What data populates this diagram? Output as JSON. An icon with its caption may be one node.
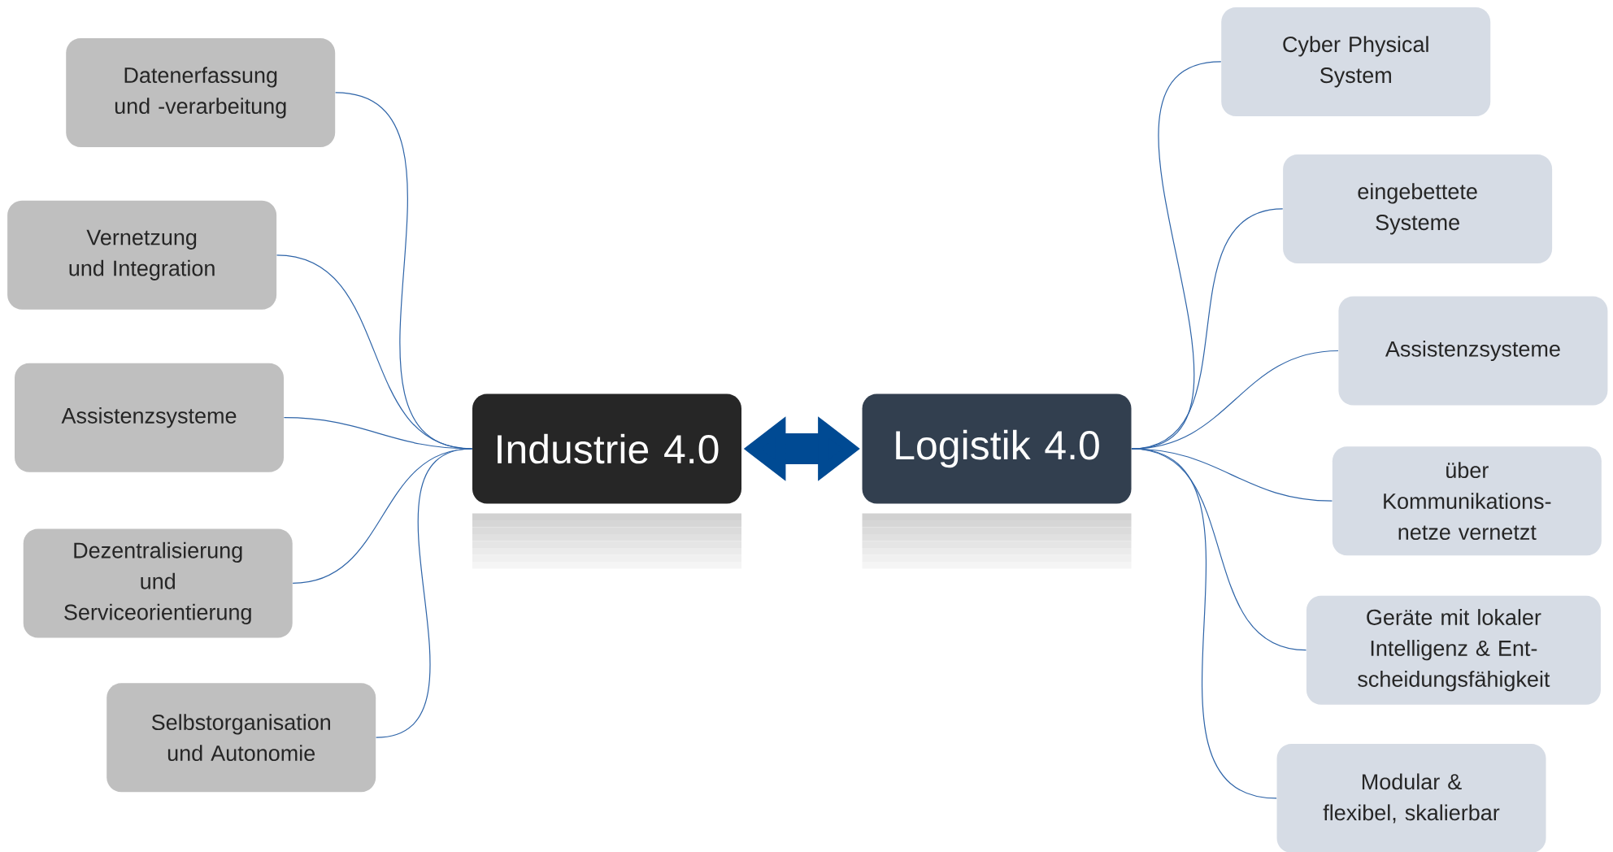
{
  "diagram": {
    "nodes": [
      {
        "text": [
          "Industrie 4.0"
        ]
      },
      {
        "text": [
          "Logistik 4.0"
        ]
      },
      {
        "text": [
          "Datenerfassung und -verarbeitung"
        ]
      },
      {
        "text": [
          "Vernetzung und Integration"
        ]
      },
      {
        "text": [
          "Assistenzsysteme"
        ]
      },
      {
        "text": [
          "Dezentralisierung und Serviceorientierung"
        ]
      },
      {
        "text": [
          "Selbstorganisation und Autonomie"
        ]
      },
      {
        "text": [
          "Cyber Physical System"
        ]
      },
      {
        "text": [
          "eingebettete Systeme"
        ]
      },
      {
        "text": [
          "Assistenzsysteme"
        ]
      },
      {
        "text": [
          "über Kommunikations- netze vernetzt"
        ]
      },
      {
        "text": [
          "Geräte mit lokaler Intelligenz & Ent- scheidungsfähigkeit"
        ]
      },
      {
        "text": [
          "Modular & flexibel, skalierbar"
        ]
      }
    ],
    "edges": [
      {
        "from": 0,
        "to": 1,
        "arrow": "both",
        "style": "thick",
        "color": "#004a93"
      },
      {
        "from": 0,
        "to": 2,
        "arrow": "none"
      },
      {
        "from": 0,
        "to": 3,
        "arrow": "none"
      },
      {
        "from": 0,
        "to": 4,
        "arrow": "none"
      },
      {
        "from": 0,
        "to": 5,
        "arrow": "none"
      },
      {
        "from": 0,
        "to": 6,
        "arrow": "none"
      },
      {
        "from": 1,
        "to": 7,
        "arrow": "none"
      },
      {
        "from": 1,
        "to": 8,
        "arrow": "none"
      },
      {
        "from": 1,
        "to": 9,
        "arrow": "none"
      },
      {
        "from": 1,
        "to": 10,
        "arrow": "none"
      },
      {
        "from": 1,
        "to": 11,
        "arrow": "none"
      },
      {
        "from": 1,
        "to": 12,
        "arrow": "none"
      }
    ]
  }
}
